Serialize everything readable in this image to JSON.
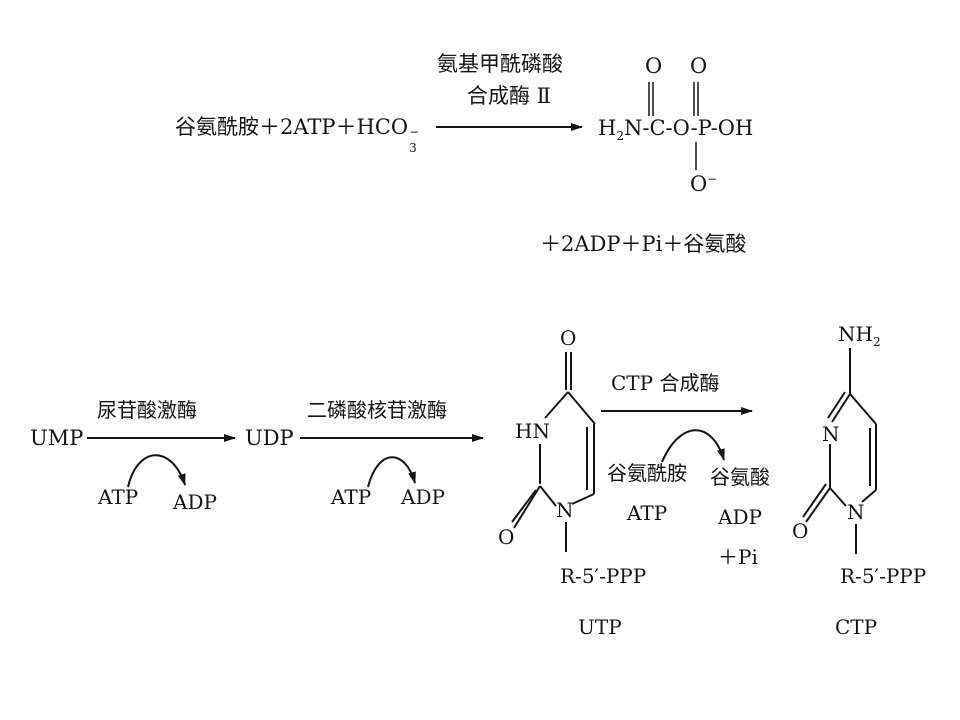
{
  "reaction1": {
    "reactants": "谷氨酰胺＋2ATP＋HCO",
    "reactants_sub": "3",
    "reactants_sup": "−",
    "enzyme_line1": "氨基甲酰磷酸",
    "enzyme_line2": "合成酶 Ⅱ",
    "product_oxo_left": "O",
    "product_oxo_right": "O",
    "product_h": "H",
    "product_h_sub": "2",
    "product_formula": "N-C-O-P-OH",
    "product_o_minus": "O",
    "product_o_minus_sup": "−",
    "byproducts": "＋2ADP＋Pi＋谷氨酸"
  },
  "reaction2": {
    "ump": "UMP",
    "enzyme1": "尿苷酸激酶",
    "cofactor1_in": "ATP",
    "cofactor1_out": "ADP",
    "udp": "UDP",
    "enzyme2": "二磷酸核苷激酶",
    "cofactor2_in": "ATP",
    "cofactor2_out": "ADP",
    "utp_structure": {
      "o_top": "O",
      "hn": "HN",
      "o_bottom": "O",
      "n": "N",
      "ribose": "R-5′-PPP",
      "label": "UTP"
    },
    "enzyme3": "CTP 合成酶",
    "cofactor3_in_1": "谷氨酰胺",
    "cofactor3_in_2": "ATP",
    "cofactor3_out_1": "谷氨酸",
    "cofactor3_out_2": "ADP",
    "cofactor3_out_3": "＋Pi",
    "ctp_structure": {
      "nh": "NH",
      "nh_sub": "2",
      "n_top": "N",
      "o_bottom": "O",
      "n": "N",
      "ribose": "R-5′-PPP",
      "label": "CTP"
    }
  }
}
